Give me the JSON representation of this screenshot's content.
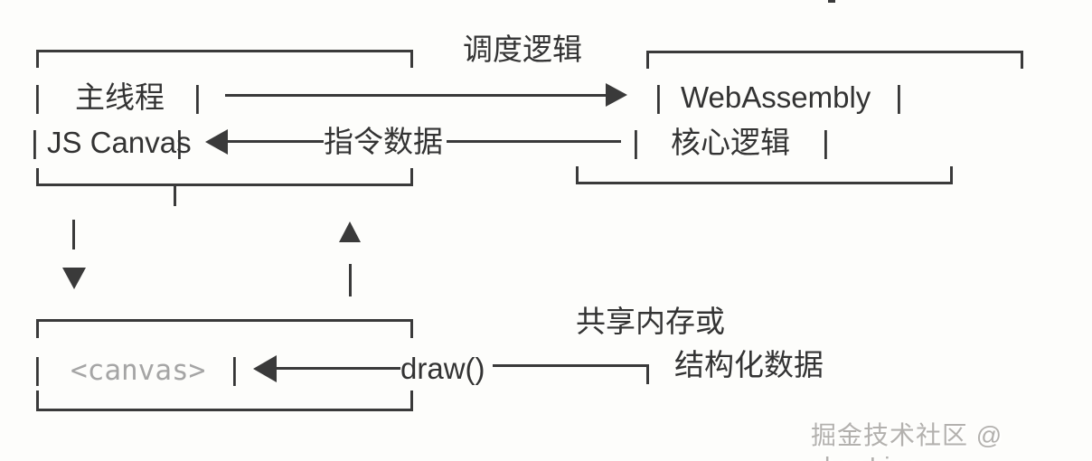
{
  "colors": {
    "stroke": "#3a3a3a",
    "text": "#333333",
    "canvas_text": "#a5a5a5",
    "background": "#fdfdfb",
    "watermark_color": "#b3b1ae"
  },
  "glyphs": {
    "pipe": "|"
  },
  "diagram": {
    "main_box": {
      "row1": "主线程",
      "row2": "JS Canvas"
    },
    "wasm_box": {
      "row1": "WebAssembly",
      "row2": "核心逻辑"
    },
    "canvas_box": {
      "label": "<canvas>"
    },
    "labels": {
      "schedule": "调度逻辑",
      "instruction": "指令数据",
      "draw": "draw()",
      "shared_memory_line1": "共享内存或",
      "shared_memory_line2": "结构化数据"
    }
  },
  "watermark": {
    "text": "掘金技术社区 @ shanLion"
  }
}
